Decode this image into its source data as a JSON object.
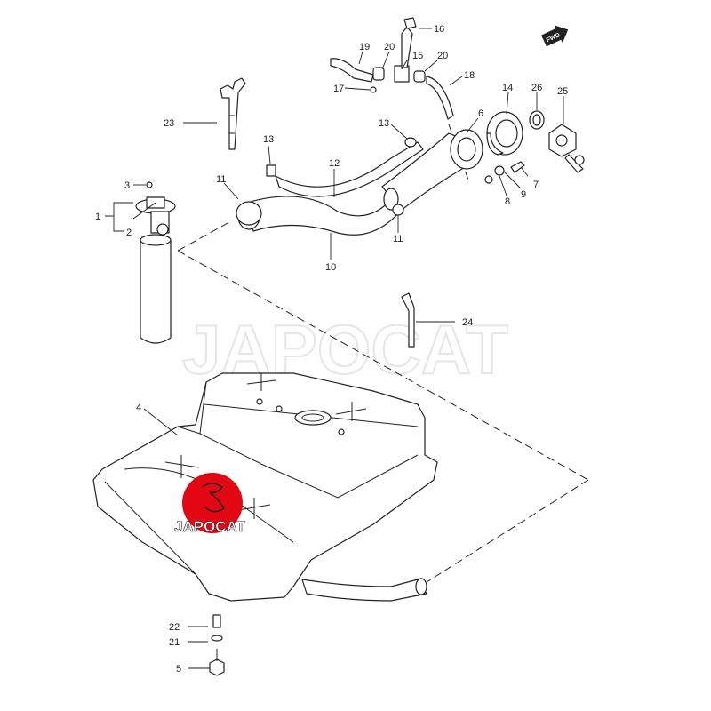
{
  "watermark": "JAPOCAT",
  "logo": {
    "text": "JAPOCAT",
    "color": "#e30613"
  },
  "direction_tag": "FWD",
  "callouts": [
    {
      "id": "c1",
      "label": "1"
    },
    {
      "id": "c2",
      "label": "2"
    },
    {
      "id": "c3",
      "label": "3"
    },
    {
      "id": "c4",
      "label": "4"
    },
    {
      "id": "c5",
      "label": "5"
    },
    {
      "id": "c6",
      "label": "6"
    },
    {
      "id": "c7",
      "label": "7"
    },
    {
      "id": "c8",
      "label": "8"
    },
    {
      "id": "c9",
      "label": "9"
    },
    {
      "id": "c10",
      "label": "10"
    },
    {
      "id": "c11a",
      "label": "11"
    },
    {
      "id": "c11b",
      "label": "11"
    },
    {
      "id": "c12",
      "label": "12"
    },
    {
      "id": "c13a",
      "label": "13"
    },
    {
      "id": "c13b",
      "label": "13"
    },
    {
      "id": "c14",
      "label": "14"
    },
    {
      "id": "c15",
      "label": "15"
    },
    {
      "id": "c16",
      "label": "16"
    },
    {
      "id": "c17",
      "label": "17"
    },
    {
      "id": "c18",
      "label": "18"
    },
    {
      "id": "c19",
      "label": "19"
    },
    {
      "id": "c20a",
      "label": "20"
    },
    {
      "id": "c20b",
      "label": "20"
    },
    {
      "id": "c21",
      "label": "21"
    },
    {
      "id": "c22",
      "label": "22"
    },
    {
      "id": "c23",
      "label": "23"
    },
    {
      "id": "c24",
      "label": "24"
    },
    {
      "id": "c25",
      "label": "25"
    },
    {
      "id": "c26",
      "label": "26"
    }
  ]
}
